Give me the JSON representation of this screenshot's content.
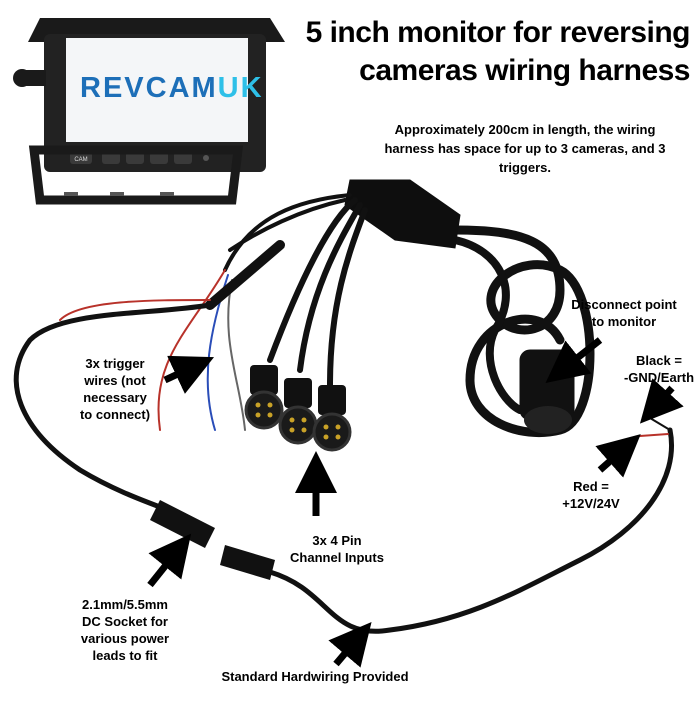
{
  "title": {
    "line1": "5 inch monitor for reversing",
    "line2": "cameras wiring harness"
  },
  "description": "Approximately 200cm in length, the wiring harness has space for up to 3 cameras, and 3 triggers.",
  "monitor": {
    "logo_part1": "REVCAM",
    "logo_part2": "UK",
    "buttons": [
      "CAM",
      "",
      "",
      "",
      ""
    ]
  },
  "annotations": {
    "trigger_wires": [
      "3x trigger",
      "wires (not",
      "necessary",
      "to connect)"
    ],
    "disconnect_point": [
      "Disconnect point",
      "to monitor"
    ],
    "black_wire": [
      "Black =",
      "-GND/Earth"
    ],
    "red_wire": [
      "Red =",
      "+12V/24V"
    ],
    "channel_inputs": [
      "3x 4 Pin",
      "Channel Inputs"
    ],
    "dc_socket": [
      "2.1mm/5.5mm",
      "DC Socket for",
      "various power",
      "leads to fit"
    ],
    "hardwiring": "Standard Hardwiring Provided"
  },
  "colors": {
    "logo_primary": "#1d6fb8",
    "logo_accent": "#2ec0e8",
    "cable": "#111111",
    "red_wire": "#b8322a",
    "screen": "#f4f6f8"
  }
}
